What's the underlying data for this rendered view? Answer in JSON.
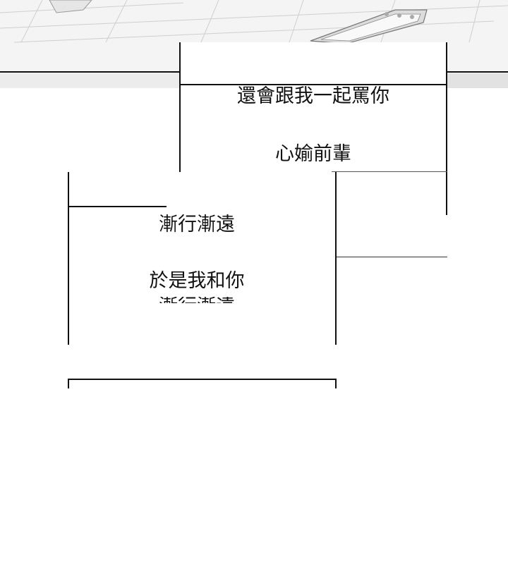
{
  "dialogue": {
    "line_1": "還會跟我一起罵你",
    "line_2": "心媮前輩",
    "line_3": "漸行漸遠",
    "line_4": "於是我和你",
    "line_5_partial": "漸行漸遠"
  },
  "colors": {
    "ink": "#111111",
    "paper": "#ffffff",
    "ceiling": "#f3f3f3"
  },
  "icons": {
    "ceiling_light": "fluorescent-ceiling-light"
  }
}
